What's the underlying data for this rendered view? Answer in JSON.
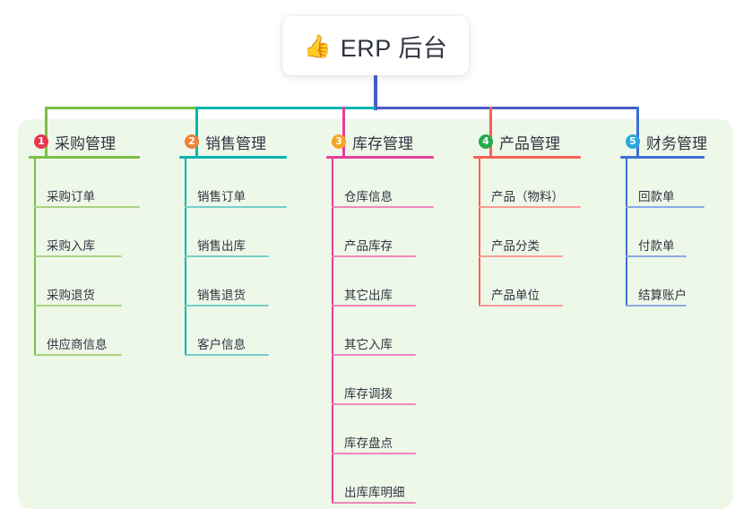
{
  "root": {
    "icon": "thumbs-up-emoji",
    "emoji": "👍",
    "title": "ERP 后台"
  },
  "palette": {
    "panel_bg": "#eef8e9",
    "page_bg": "#ffffff",
    "root_stem": "#4a5bc4",
    "text": "#2f3440"
  },
  "columns": [
    {
      "number": "1",
      "title": "采购管理",
      "badge_color": "#e8354e",
      "line_color": "#7bbf44",
      "child_line_color": "#a9d383",
      "children": [
        {
          "label": "采购订单"
        },
        {
          "label": "采购入库"
        },
        {
          "label": "采购退货"
        },
        {
          "label": "供应商信息"
        }
      ]
    },
    {
      "number": "2",
      "title": "销售管理",
      "badge_color": "#ef8236",
      "line_color": "#06b6b0",
      "child_line_color": "#76cfca",
      "children": [
        {
          "label": "销售订单"
        },
        {
          "label": "销售出库"
        },
        {
          "label": "销售退货"
        },
        {
          "label": "客户信息"
        }
      ]
    },
    {
      "number": "3",
      "title": "库存管理",
      "badge_color": "#f5a623",
      "line_color": "#e83e9a",
      "child_line_color": "#ef86bd",
      "children": [
        {
          "label": "仓库信息"
        },
        {
          "label": "产品库存"
        },
        {
          "label": "其它出库"
        },
        {
          "label": "其它入库"
        },
        {
          "label": "库存调拨"
        },
        {
          "label": "库存盘点"
        },
        {
          "label": "出库库明细"
        }
      ]
    },
    {
      "number": "4",
      "title": "产品管理",
      "badge_color": "#26ab4d",
      "line_color": "#fa6054",
      "child_line_color": "#f79d95",
      "children": [
        {
          "label": "产品（物料）"
        },
        {
          "label": "产品分类"
        },
        {
          "label": "产品单位"
        }
      ]
    },
    {
      "number": "5",
      "title": "财务管理",
      "badge_color": "#29a8e0",
      "line_color": "#3d6fd6",
      "child_line_color": "#8aa9e6",
      "children": [
        {
          "label": "回款单"
        },
        {
          "label": "付款单"
        },
        {
          "label": "结算账户"
        }
      ]
    }
  ]
}
